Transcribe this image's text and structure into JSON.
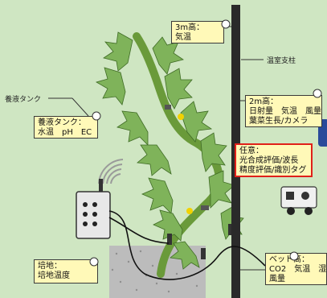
{
  "callouts": {
    "h3m": {
      "lines": [
        "3m高：",
        "気温"
      ]
    },
    "h2m": {
      "lines": [
        "2m高：",
        "日射量　気温　風量",
        "葉菜生長/カメラ"
      ]
    },
    "any": {
      "lines": [
        "任意：",
        "光合成評価/波長",
        "精度評価/識別タグ"
      ]
    },
    "bed": {
      "lines": [
        "ベッド高：",
        "CO2　気温　湿",
        "風量"
      ]
    },
    "tank": {
      "lines": [
        "養液タンク：",
        "水温　pH　EC"
      ]
    },
    "soil": {
      "lines": [
        "培地：",
        "培地温度"
      ]
    }
  },
  "labels": {
    "pillar": "温室支柱",
    "tank_side": "養液タンク"
  },
  "colors": {
    "background": "#cfe6c2",
    "callout_fill": "#fff9b8",
    "highlight_border": "#e0201a",
    "leaf": "#7fb35a",
    "pillar": "#2a2a2a"
  }
}
